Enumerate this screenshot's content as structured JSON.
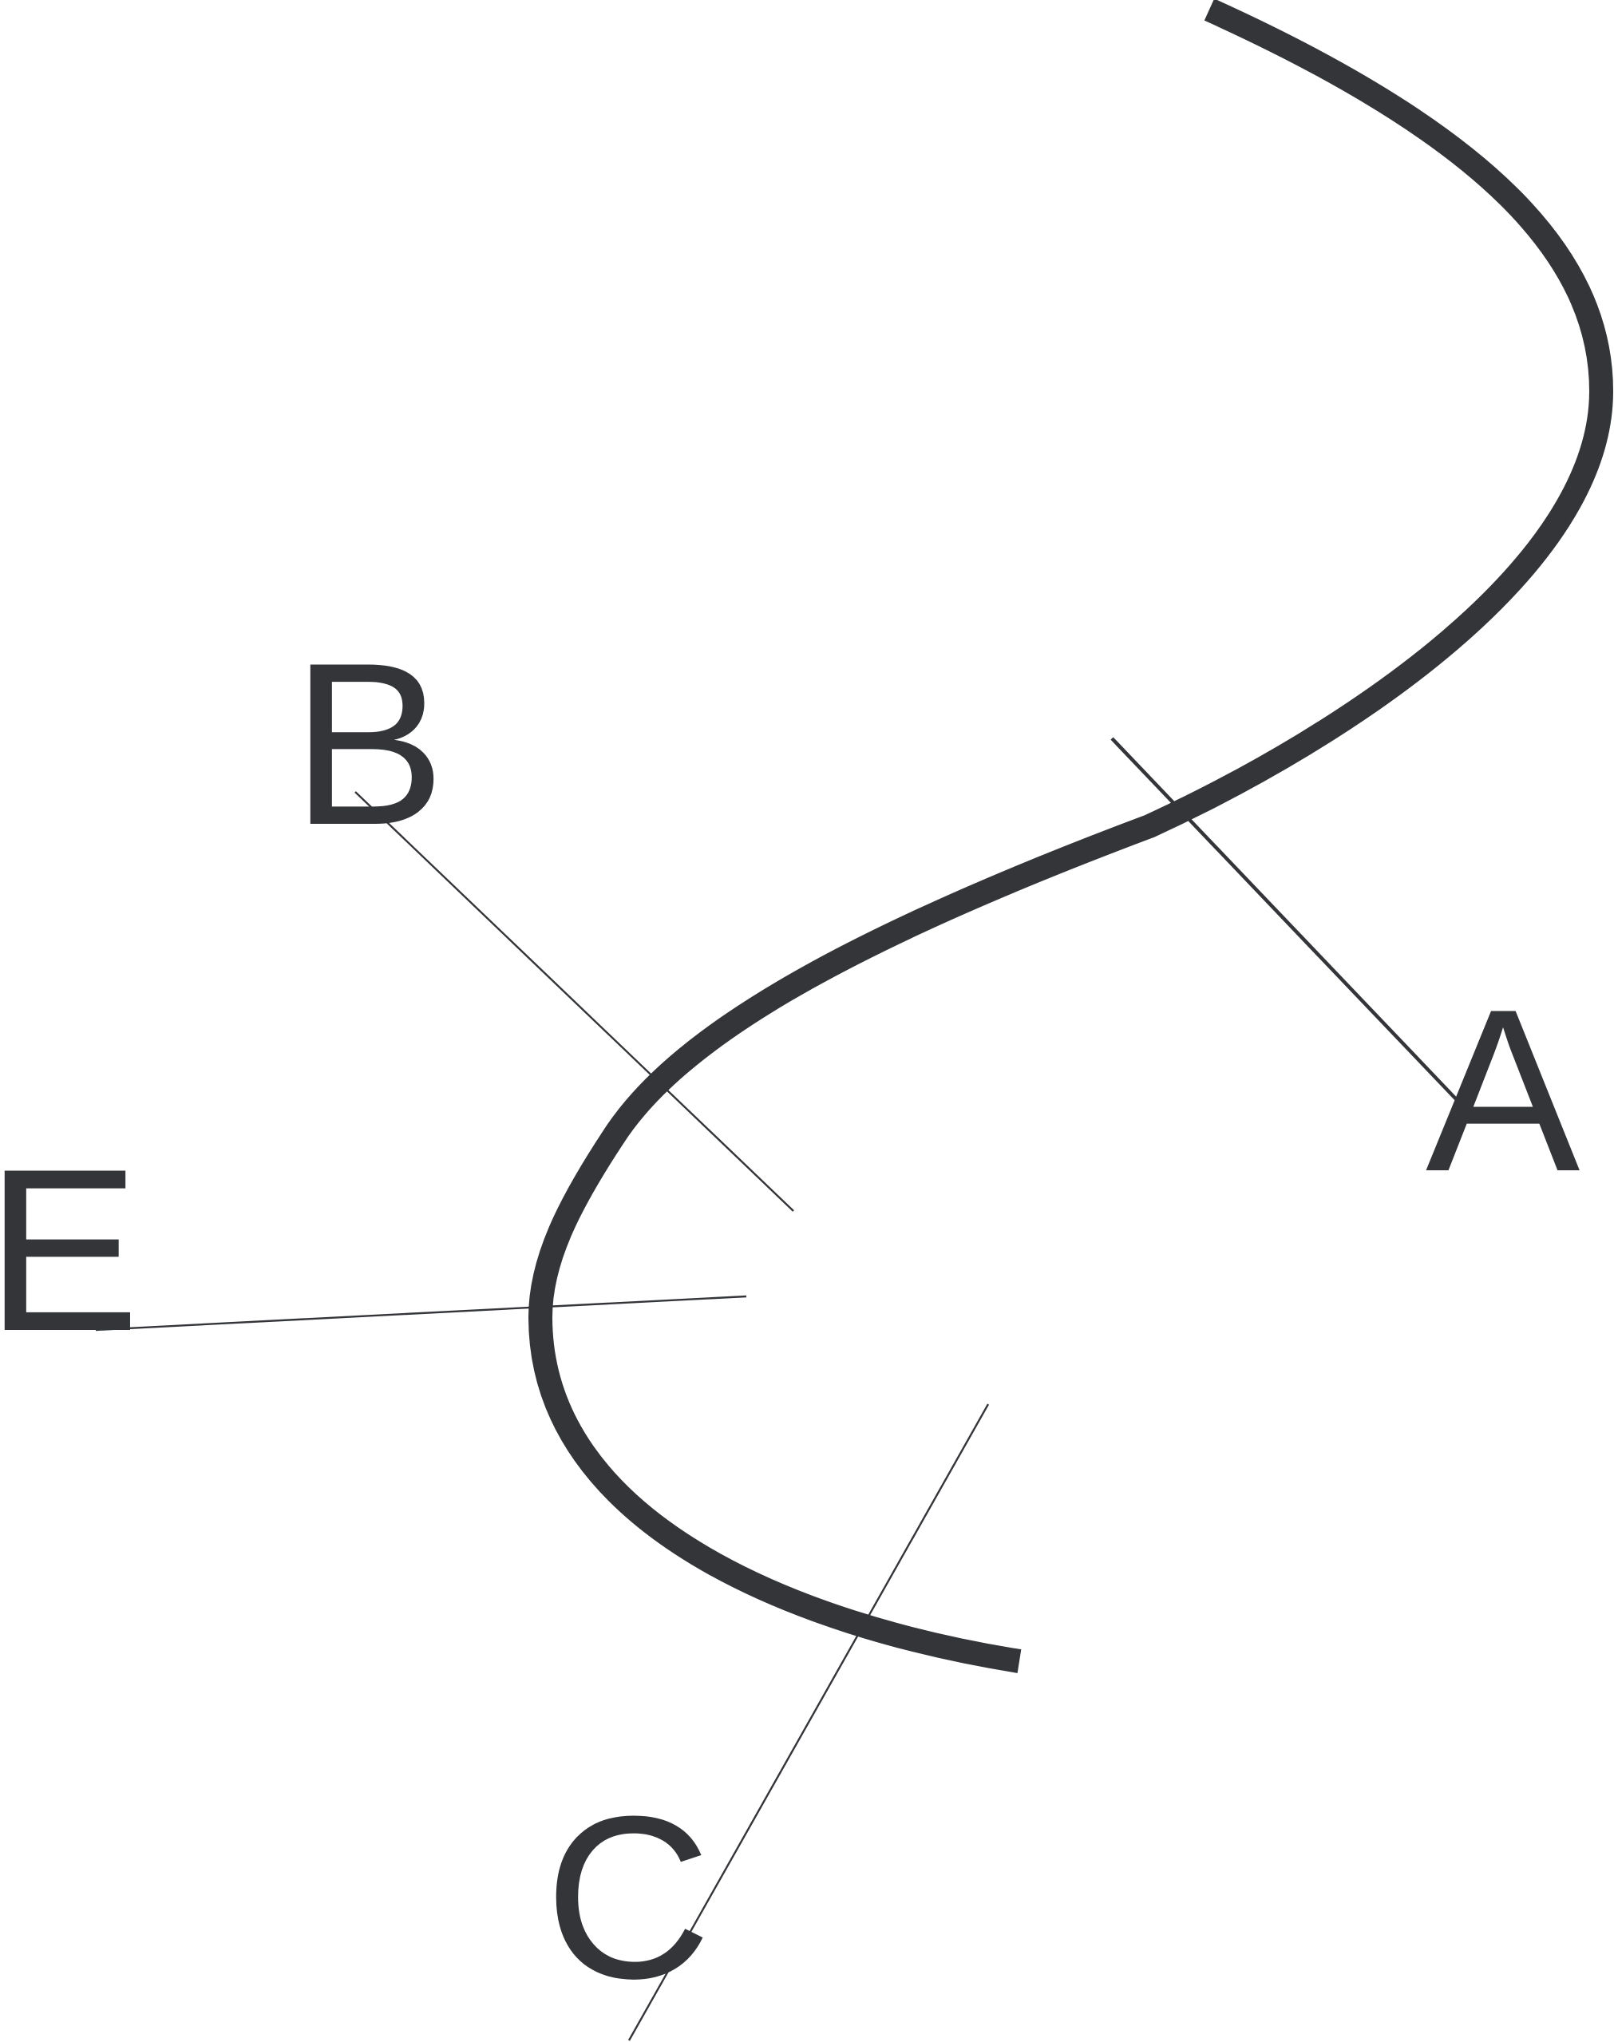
{
  "labels": {
    "A": "A",
    "B": "B",
    "C": "C",
    "E": "E"
  },
  "colors": {
    "ink": "#343539",
    "background": "#ffffff"
  }
}
